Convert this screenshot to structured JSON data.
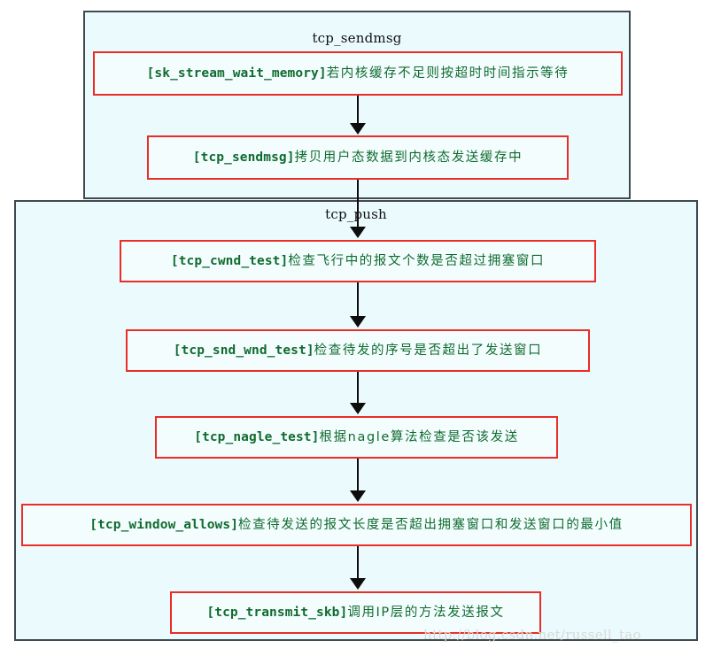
{
  "diagram": {
    "containers": [
      {
        "id": "tcp_sendmsg",
        "title": "tcp_sendmsg"
      },
      {
        "id": "tcp_push",
        "title": "tcp_push"
      }
    ],
    "steps": [
      {
        "id": "sk_stream_wait_memory",
        "function": "[sk_stream_wait_memory]",
        "description": "若内核缓存不足则按超时时间指示等待",
        "container": "tcp_sendmsg"
      },
      {
        "id": "tcp_sendmsg",
        "function": "[tcp_sendmsg]",
        "description": "拷贝用户态数据到内核态发送缓存中",
        "container": "tcp_sendmsg"
      },
      {
        "id": "tcp_cwnd_test",
        "function": "[tcp_cwnd_test]",
        "description": "检查飞行中的报文个数是否超过拥塞窗口",
        "container": "tcp_push"
      },
      {
        "id": "tcp_snd_wnd_test",
        "function": "[tcp_snd_wnd_test]",
        "description": "检查待发的序号是否超出了发送窗口",
        "container": "tcp_push"
      },
      {
        "id": "tcp_nagle_test",
        "function": "[tcp_nagle_test]",
        "description": "根据nagle算法检查是否该发送",
        "container": "tcp_push"
      },
      {
        "id": "tcp_window_allows",
        "function": "[tcp_window_allows]",
        "description": "检查待发送的报文长度是否超出拥塞窗口和发送窗口的最小值",
        "container": "tcp_push"
      },
      {
        "id": "tcp_transmit_skb",
        "function": "[tcp_transmit_skb]",
        "description": "调用IP层的方法发送报文",
        "container": "tcp_push"
      }
    ],
    "flow_order": [
      "sk_stream_wait_memory",
      "tcp_sendmsg",
      "tcp_cwnd_test",
      "tcp_snd_wnd_test",
      "tcp_nagle_test",
      "tcp_window_allows",
      "tcp_transmit_skb"
    ],
    "colors": {
      "container_border": "#3d4a4f",
      "container_fill": "#ebfbfd",
      "step_border": "#ea2d26",
      "step_fill": "#f4fdfe",
      "step_text": "#0f6b2f",
      "arrow": "#0d0d0d",
      "watermark": "#d8d8d8"
    }
  },
  "watermark": {
    "text": "http://blog.csdn.net/russell_tao"
  }
}
